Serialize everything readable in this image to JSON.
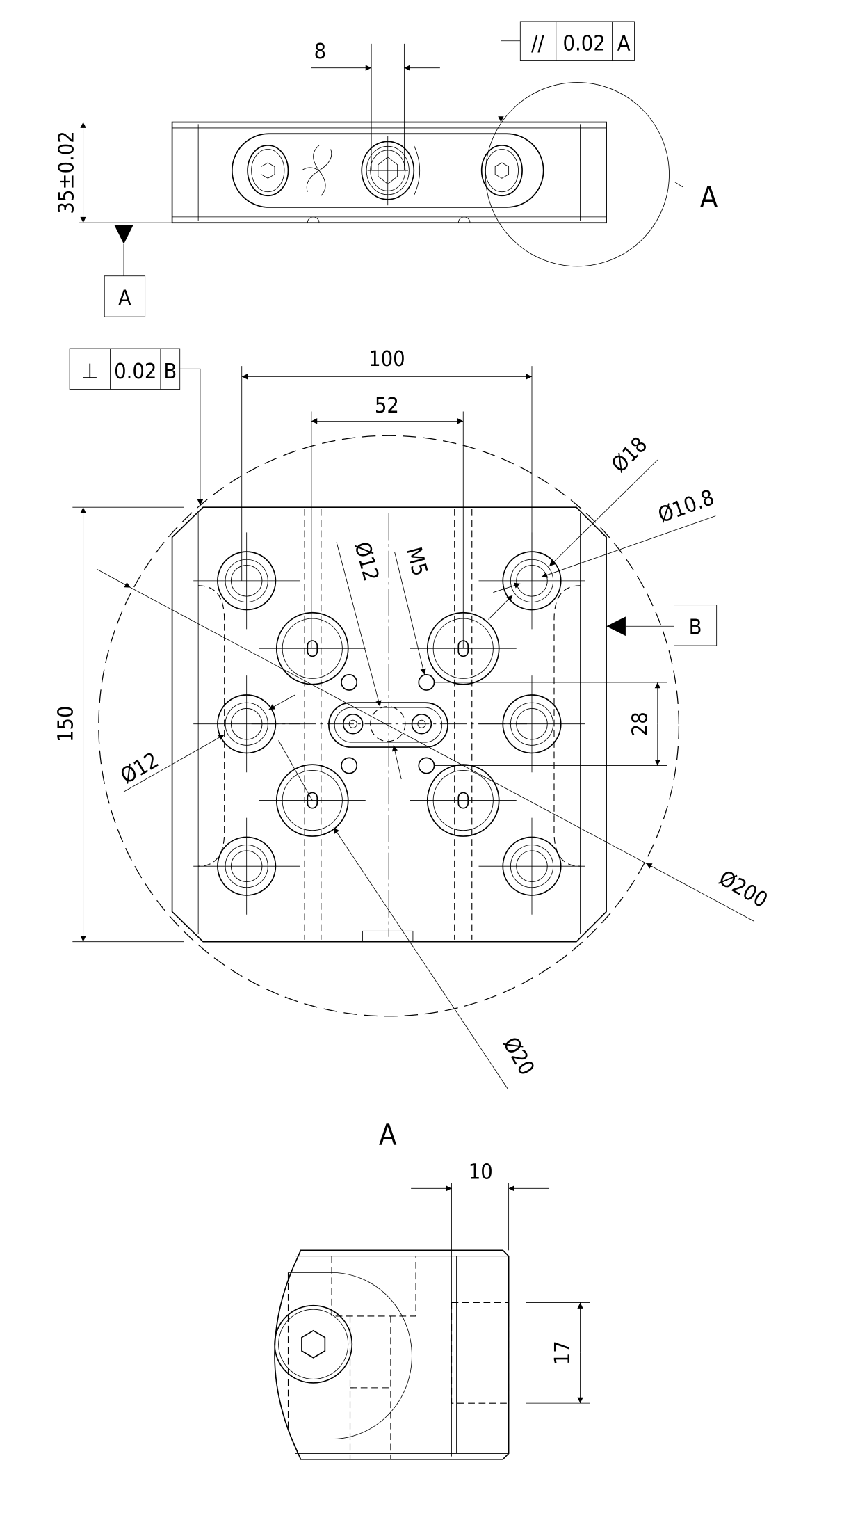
{
  "drawing": {
    "top_view": {
      "dim_slot_width": "8",
      "dim_height": "35±0.02",
      "datum_a_label": "A",
      "detail_label": "A",
      "fcf_parallelism": {
        "symbol": "//",
        "tolerance": "0.02",
        "datum": "A"
      }
    },
    "plan_view": {
      "fcf_perpendicularity": {
        "symbol": "⊥",
        "tolerance": "0.02",
        "datum": "B"
      },
      "datum_b_label": "B",
      "dim_100": "100",
      "dim_52": "52",
      "dim_150": "150",
      "dim_28": "28",
      "dia_18": "Ø18",
      "dia_10_8": "Ø10.8",
      "dia_12_center": "Ø12",
      "thread_m5": "M5",
      "dia_12_left": "Ø12",
      "dia_200": "Ø200",
      "dia_20": "Ø20"
    },
    "detail_view": {
      "title": "A",
      "dim_10": "10",
      "dim_17": "17"
    }
  }
}
